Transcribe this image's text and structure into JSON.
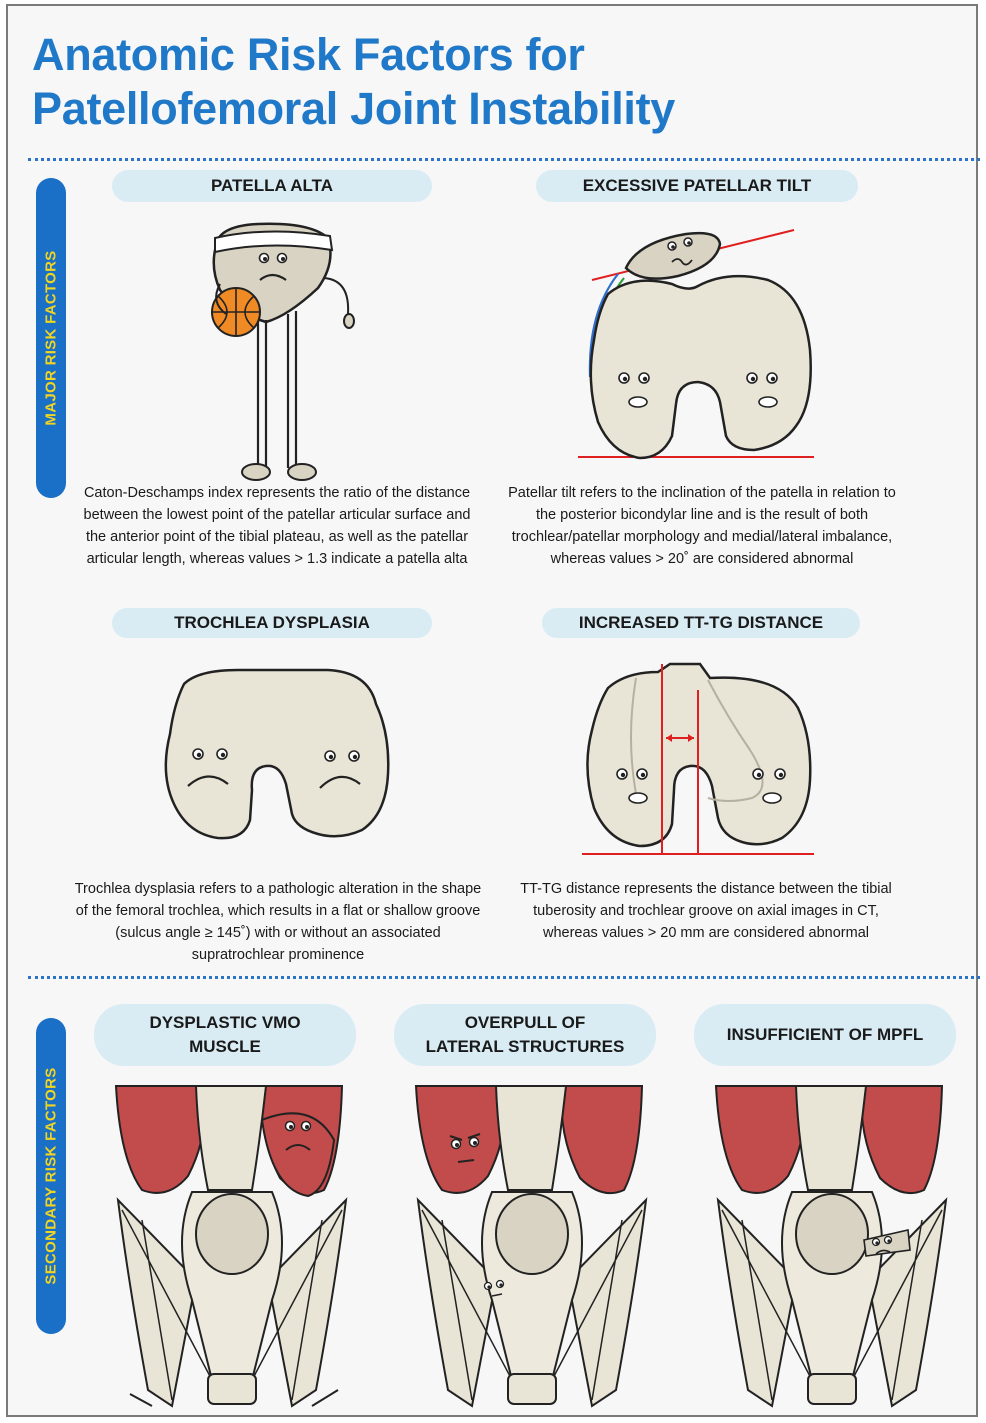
{
  "title": {
    "line1": "Anatomic Risk Factors for",
    "line2": "Patellofemoral Joint Instability"
  },
  "major": {
    "label": "MAJOR RISK FACTORS",
    "patella_alta": {
      "heading": "PATELLA ALTA",
      "description": "Caton-Deschamps index represents the ratio of the distance between the lowest point of the patellar articular surface and the anterior point of the tibial plateau, as well as the patellar articular length, whereas values > 1.3 indicate a patella alta"
    },
    "patellar_tilt": {
      "heading": "EXCESSIVE PATELLAR TILT",
      "description": "Patellar tilt refers to the inclination of the patella in relation to the posterior bicondylar line and is the result of both trochlear/patellar morphology and medial/lateral imbalance, whereas values > 20˚ are considered abnormal"
    },
    "trochlea_dysplasia": {
      "heading": "TROCHLEA DYSPLASIA",
      "description": "Trochlea dysplasia refers to a pathologic alteration in the shape of the femoral trochlea, which results in a flat or shallow groove (sulcus angle ≥ 145˚) with or without an associated supratrochlear prominence"
    },
    "tt_tg": {
      "heading": "INCREASED TT-TG DISTANCE",
      "description": "TT-TG distance represents the distance between the tibial tuberosity and trochlear groove on axial images in CT, whereas values > 20 mm are considered abnormal"
    }
  },
  "secondary": {
    "label": "SECONDARY RISK FACTORS",
    "vmo": {
      "line1": "DYSPLASTIC VMO",
      "line2": "MUSCLE"
    },
    "lateral": {
      "line1": "OVERPULL OF",
      "line2": "LATERAL STRUCTURES"
    },
    "mpfl": {
      "label": "INSUFFICIENT OF MPFL"
    }
  },
  "colors": {
    "title_blue": "#1f78c8",
    "sidebar_blue": "#1a6fc6",
    "sidebar_text": "#f2d51e",
    "pill_bg": "#d9ecf4",
    "bone": "#e8e4d6",
    "muscle": "#c24b4b",
    "red_line": "#e02020"
  },
  "icons": {
    "patella_alta": "patella-character-with-basketball-icon",
    "patellar_tilt": "tilted-patella-on-femur-icon",
    "trochlea": "flat-trochlea-femur-icon",
    "tt_tg": "tt-tg-distance-femur-icon",
    "knee": "knee-muscle-anatomy-icon"
  }
}
